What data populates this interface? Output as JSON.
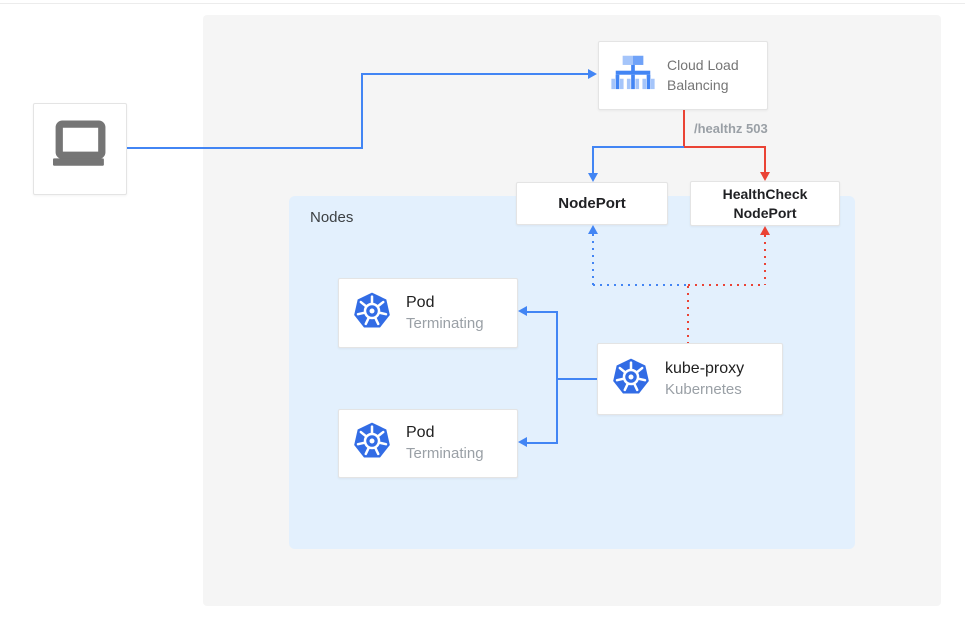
{
  "diagram": {
    "title_region": "Kubernetes load-balancer health-check routing diagram",
    "labels": {
      "nodes": "Nodes",
      "healthz": "/healthz 503"
    },
    "nodes": {
      "client": {
        "icon": "laptop-icon"
      },
      "cloud_load_balancing": {
        "label_line1": "Cloud Load",
        "label_line2": "Balancing",
        "icon": "cloud-load-balancing-icon"
      },
      "nodeport": {
        "label": "NodePort"
      },
      "healthcheck_nodeport": {
        "label_line1": "HealthCheck",
        "label_line2": "NodePort"
      },
      "pod_1": {
        "title": "Pod",
        "status": "Terminating",
        "icon": "kubernetes-icon"
      },
      "pod_2": {
        "title": "Pod",
        "status": "Terminating",
        "icon": "kubernetes-icon"
      },
      "kube_proxy": {
        "title": "kube-proxy",
        "subtitle": "Kubernetes",
        "icon": "kubernetes-icon"
      }
    },
    "edges": [
      {
        "from": "client",
        "to": "cloud_load_balancing",
        "style": "solid",
        "color": "#4285F4"
      },
      {
        "from": "cloud_load_balancing",
        "to": "nodeport",
        "style": "solid",
        "color": "#4285F4"
      },
      {
        "from": "cloud_load_balancing",
        "to": "healthcheck_nodeport",
        "style": "solid",
        "color": "#EA4335",
        "label": "/healthz 503"
      },
      {
        "from": "kube_proxy",
        "to": "nodeport",
        "style": "dotted",
        "color": "#4285F4"
      },
      {
        "from": "kube_proxy",
        "to": "healthcheck_nodeport",
        "style": "dotted",
        "color": "#EA4335"
      },
      {
        "from": "kube_proxy",
        "to": "pod_1",
        "style": "solid",
        "color": "#4285F4"
      },
      {
        "from": "kube_proxy",
        "to": "pod_2",
        "style": "solid",
        "color": "#4285F4"
      }
    ],
    "colors": {
      "blue": "#4285F4",
      "red": "#EA4335",
      "nodes_bg": "#E3F0FD",
      "panel_bg": "#F5F5F5",
      "k8s_blue": "#326CE5",
      "muted_text": "#9AA0A6",
      "dark_text": "#202124"
    }
  }
}
